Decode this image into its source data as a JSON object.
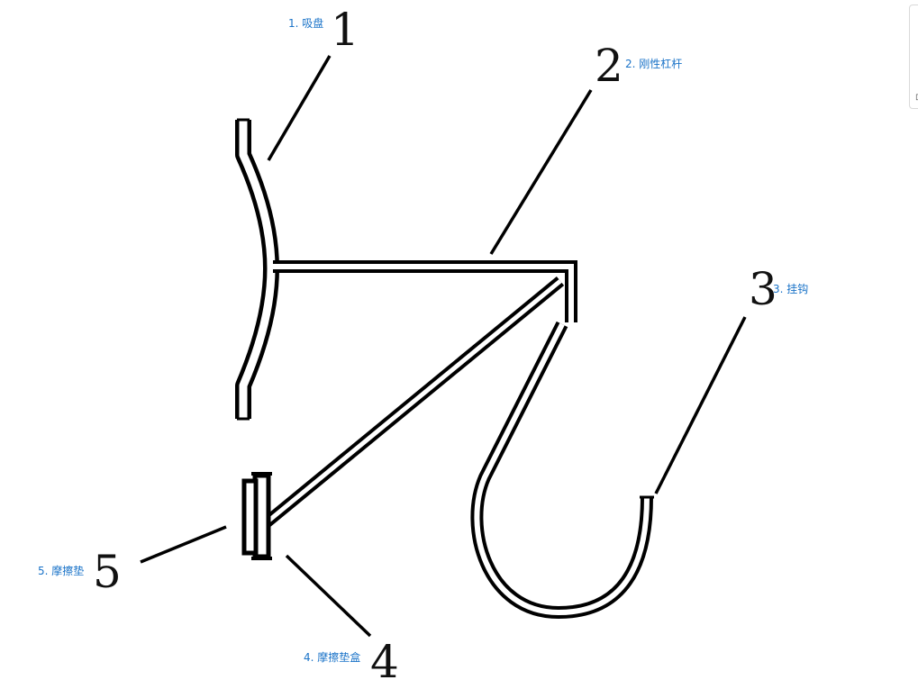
{
  "accent_color": "#1a73c8",
  "line_color": "#000000",
  "parts": [
    {
      "numeral": "1",
      "label": "1. 吸盘"
    },
    {
      "numeral": "2",
      "label": "2. 刚性杠杆"
    },
    {
      "numeral": "3",
      "label": "3. 挂钩"
    },
    {
      "numeral": "4",
      "label": "4. 摩擦垫盒"
    },
    {
      "numeral": "5",
      "label": "5. 摩擦垫"
    }
  ],
  "edge_widget": {
    "glyph": "⊡"
  }
}
